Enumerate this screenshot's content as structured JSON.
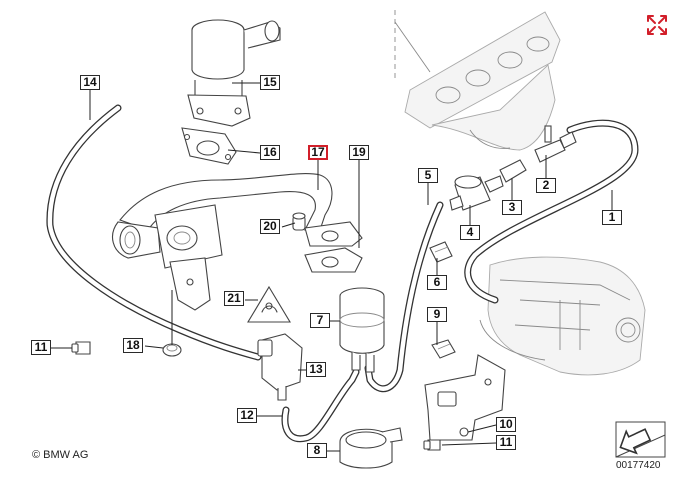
{
  "callouts": [
    {
      "id": "c14",
      "label": "14"
    },
    {
      "id": "c15",
      "label": "15"
    },
    {
      "id": "c16",
      "label": "16"
    },
    {
      "id": "c17",
      "label": "17",
      "highlight": true
    },
    {
      "id": "c19",
      "label": "19"
    },
    {
      "id": "c5",
      "label": "5"
    },
    {
      "id": "c2",
      "label": "2"
    },
    {
      "id": "c3",
      "label": "3"
    },
    {
      "id": "c1",
      "label": "1"
    },
    {
      "id": "c20",
      "label": "20"
    },
    {
      "id": "c4",
      "label": "4"
    },
    {
      "id": "c6",
      "label": "6"
    },
    {
      "id": "c21",
      "label": "21"
    },
    {
      "id": "c7",
      "label": "7"
    },
    {
      "id": "c9",
      "label": "9"
    },
    {
      "id": "c11a",
      "label": "11"
    },
    {
      "id": "c18",
      "label": "18"
    },
    {
      "id": "c13",
      "label": "13"
    },
    {
      "id": "c12",
      "label": "12"
    },
    {
      "id": "c10",
      "label": "10"
    },
    {
      "id": "c11b",
      "label": "11"
    },
    {
      "id": "c8",
      "label": "8"
    }
  ],
  "copyright": "© BMW AG",
  "reference_number": "00177420",
  "icons": {
    "expand": "expand-arrows-icon",
    "corner": "corner-arrow-icon"
  },
  "colors": {
    "highlight": "#d21f2a",
    "line": "#2a2a2a",
    "expand_icon": "#d21f2a"
  }
}
